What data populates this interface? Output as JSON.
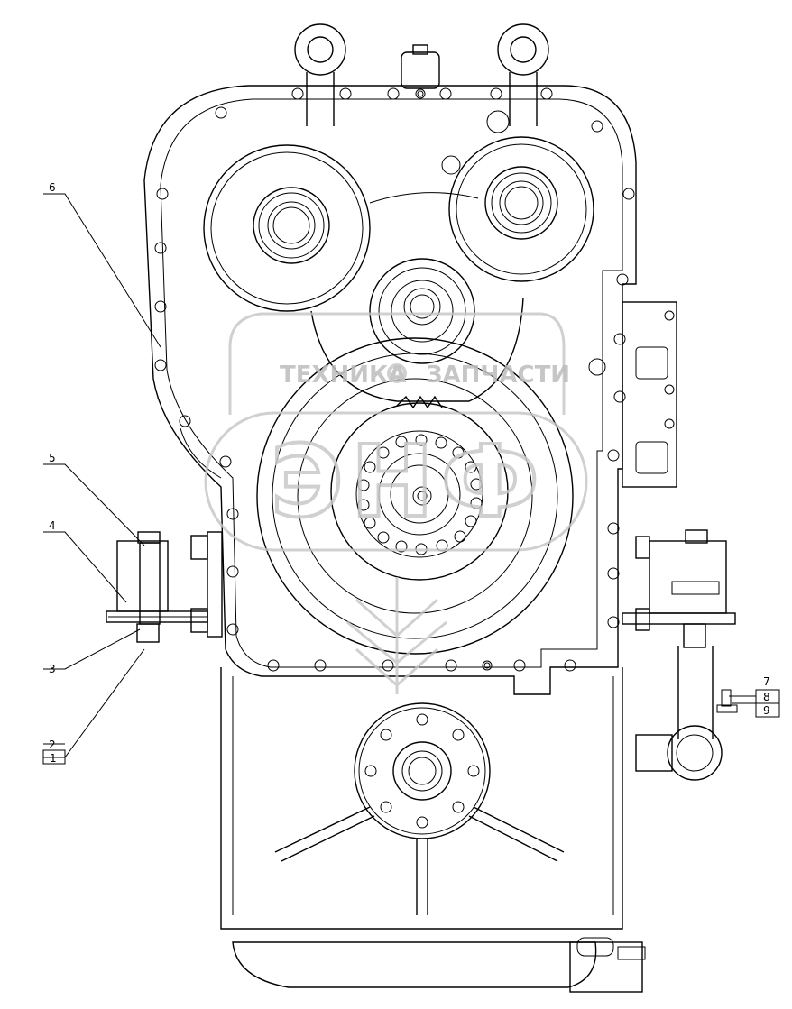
{
  "labels": {
    "l1": "1",
    "l2": "2",
    "l3": "3",
    "l4": "4",
    "l5": "5",
    "l6": "6",
    "l7": "7",
    "l8": "8",
    "l9": "9"
  },
  "watermark": {
    "left_word": "ТЕХНИКА",
    "right_word": "ЗАПЧАСТИ",
    "logo_letters": "ЭНФ"
  },
  "colors": {
    "line": "#000000",
    "watermark": "#c4c4c4",
    "background": "#ffffff"
  }
}
